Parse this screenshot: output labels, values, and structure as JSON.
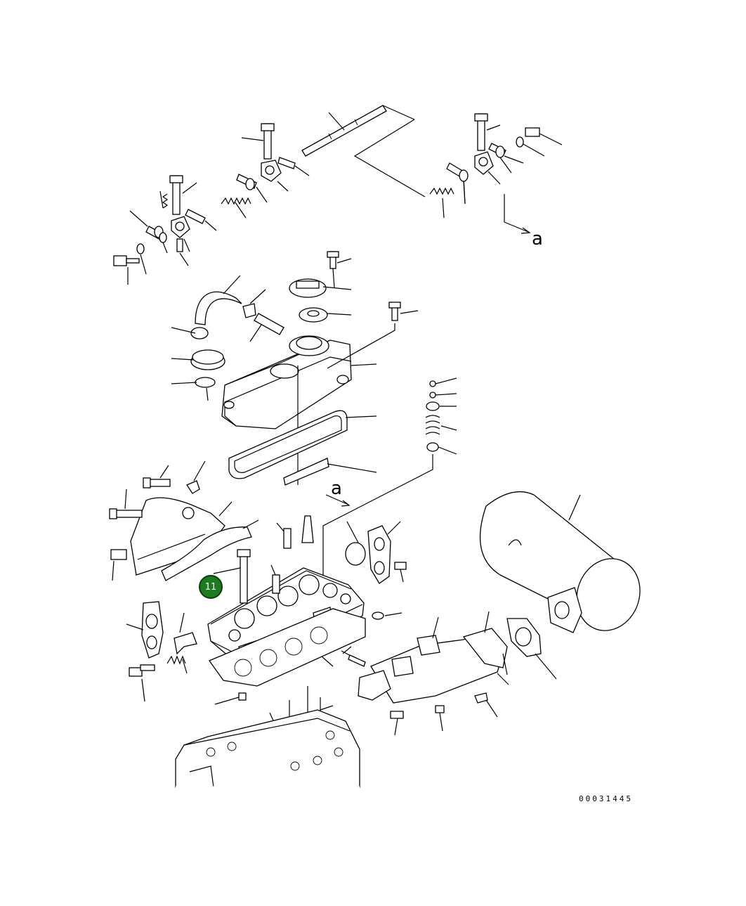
{
  "diagram": {
    "view_letter_top": "a",
    "view_letter_mid": "a",
    "callout_label": "11",
    "drawing_number": "00031445",
    "callout_color": "#1e7a1e"
  }
}
